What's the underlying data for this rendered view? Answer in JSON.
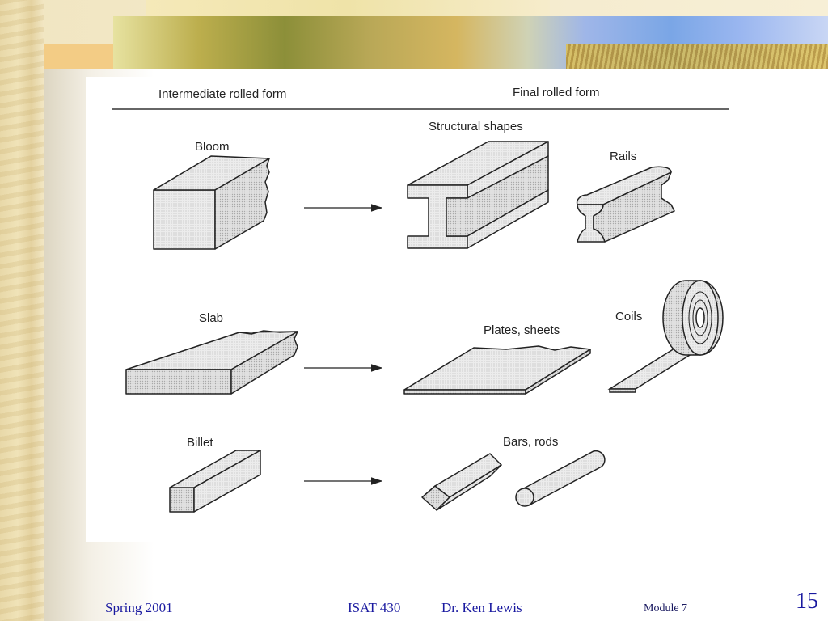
{
  "figure": {
    "column_headers": {
      "intermediate": "Intermediate rolled form",
      "final": "Final rolled form"
    },
    "labels": {
      "bloom": "Bloom",
      "structural_shapes": "Structural shapes",
      "rails": "Rails",
      "slab": "Slab",
      "plates_sheets": "Plates, sheets",
      "coils": "Coils",
      "billet": "Billet",
      "bars_rods": "Bars, rods"
    }
  },
  "footer": {
    "term": "Spring 2001",
    "course": "ISAT 430",
    "instructor": "Dr. Ken Lewis",
    "module": "Module 7",
    "page_number": "15"
  },
  "colors": {
    "footer_text": "#1a1aa0",
    "shape_fill": "#e6e6e6",
    "shape_stroke": "#222222"
  }
}
